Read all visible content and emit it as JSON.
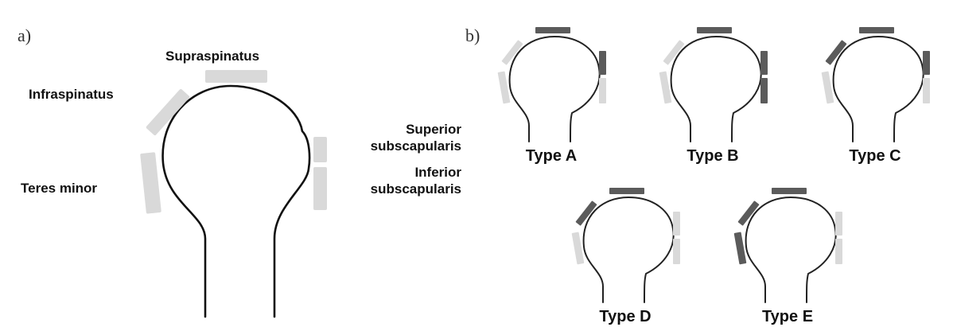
{
  "panel_a": {
    "label": "a)",
    "muscles": {
      "supraspinatus": "Supraspinatus",
      "infraspinatus": "Infraspinatus",
      "teres_minor": "Teres minor",
      "superior_subscapularis_line1": "Superior",
      "superior_subscapularis_line2": "subscapularis",
      "inferior_subscapularis_line1": "Inferior",
      "inferior_subscapularis_line2": "subscapularis"
    }
  },
  "panel_b": {
    "label": "b)",
    "types": [
      {
        "label": "Type A",
        "torn": {
          "supraspinatus": true,
          "infraspinatus": false,
          "teres_minor": false,
          "superior_subscapularis": true,
          "inferior_subscapularis": false
        }
      },
      {
        "label": "Type B",
        "torn": {
          "supraspinatus": true,
          "infraspinatus": false,
          "teres_minor": false,
          "superior_subscapularis": true,
          "inferior_subscapularis": true
        }
      },
      {
        "label": "Type C",
        "torn": {
          "supraspinatus": true,
          "infraspinatus": true,
          "teres_minor": false,
          "superior_subscapularis": true,
          "inferior_subscapularis": false
        }
      },
      {
        "label": "Type D",
        "torn": {
          "supraspinatus": true,
          "infraspinatus": true,
          "teres_minor": false,
          "superior_subscapularis": false,
          "inferior_subscapularis": false
        }
      },
      {
        "label": "Type E",
        "torn": {
          "supraspinatus": true,
          "infraspinatus": true,
          "teres_minor": true,
          "superior_subscapularis": false,
          "inferior_subscapularis": false
        }
      }
    ]
  },
  "colors": {
    "torn": "#5b5b5b",
    "intact": "#d9d9d9",
    "outline": "#111111"
  }
}
